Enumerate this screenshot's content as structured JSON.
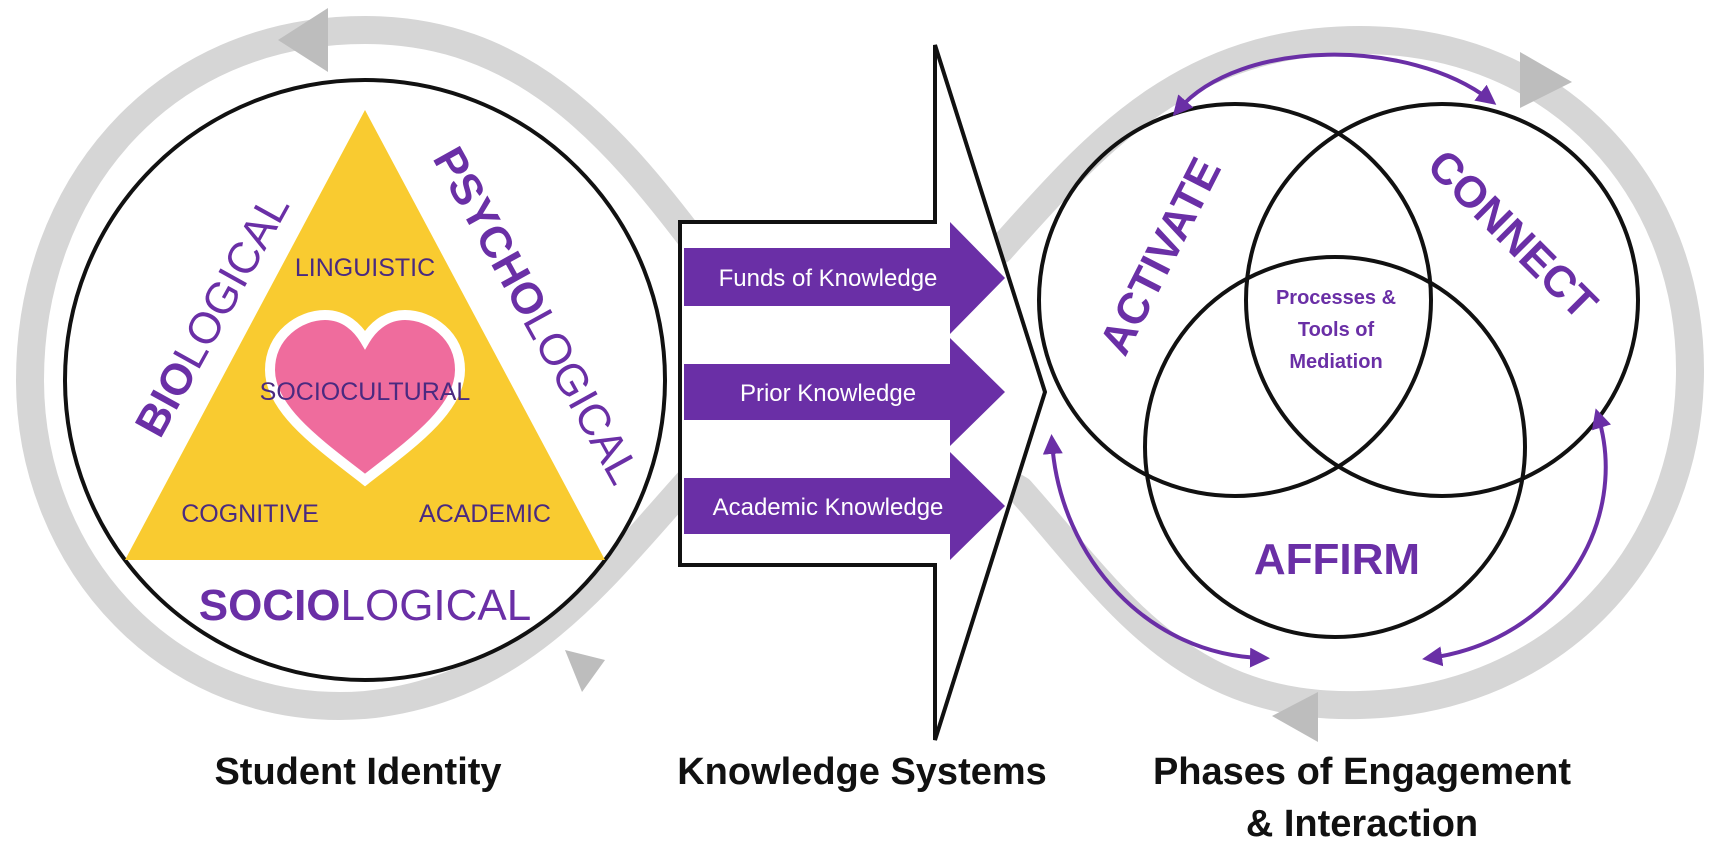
{
  "captions": {
    "student_identity": "Student Identity",
    "knowledge_systems": "Knowledge Systems",
    "phases_line1": "Phases of Engagement",
    "phases_line2": "& Interaction"
  },
  "student_identity": {
    "biological_bold": "BIO",
    "biological_rest": "LOGICAL",
    "psychological_bold": "PSYCHO",
    "psychological_rest": "LOGICAL",
    "sociological_bold": "SOCIO",
    "sociological_rest": "LOGICAL",
    "linguistic": "LINGUISTIC",
    "sociocultural": "SOCIOCULTURAL",
    "cognitive": "COGNITIVE",
    "academic": "ACADEMIC"
  },
  "knowledge_systems": {
    "items": [
      "Funds of Knowledge",
      "Prior Knowledge",
      "Academic Knowledge"
    ]
  },
  "phases": {
    "activate": "ACTIVATE",
    "connect": "CONNECT",
    "affirm": "AFFIRM",
    "center_line1": "Processes &",
    "center_line2": "Tools of",
    "center_line3": "Mediation"
  },
  "colors": {
    "purple": "#6a2fa6",
    "dark_purple": "#5b2a98",
    "gold": "#f9cb30",
    "pink": "#ef6c9d",
    "loop_gray": "#d6d6d6",
    "arrow_gray": "#bdbdbd"
  }
}
